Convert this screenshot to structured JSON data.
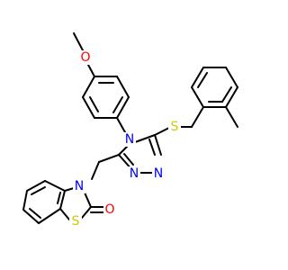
{
  "atom_colors": {
    "carbon_bond": "#000000",
    "oxygen": "#FF0000",
    "nitrogen": "#0000FF",
    "sulfur": "#CCCC00"
  },
  "atoms": {
    "methoxy_oxygen": "O",
    "triazole_n4": "N",
    "triazole_n2": "N",
    "triazole_n1": "N",
    "thioether_sulfur": "S",
    "benzothiazole_nitrogen": "N",
    "benzothiazole_sulfur": "S",
    "carbonyl_oxygen": "O"
  }
}
